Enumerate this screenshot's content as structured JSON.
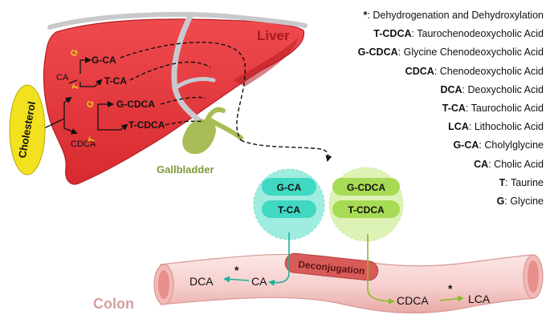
{
  "labels": {
    "liver": "Liver",
    "gallbladder": "Gallbladder",
    "colon": "Colon",
    "cholesterol": "Cholesterol",
    "deconjugation": "Deconjugation",
    "star": "*"
  },
  "pathway": {
    "ca": "CA",
    "cdca": "CDCA",
    "g_ca": "G-CA",
    "t_ca": "T-CA",
    "g_cdca": "G-CDCA",
    "t_cdca": "T-CDCA",
    "g_mark": "G",
    "t_mark": "T"
  },
  "pools": {
    "left": [
      "G-CA",
      "T-CA"
    ],
    "right": [
      "G-CDCA",
      "T-CDCA"
    ]
  },
  "colon_products": {
    "dca": "DCA",
    "ca": "CA",
    "cdca": "CDCA",
    "lca": "LCA"
  },
  "legend": [
    {
      "key": "*",
      "sep": ":",
      "text": " Dehydrogenation and Dehydroxylation"
    },
    {
      "key": "T-CDCA",
      "sep": ":",
      "text": " Taurochenodeoxycholic Acid"
    },
    {
      "key": "G-CDCA",
      "sep": ":",
      "text": " Glycine Chenodeoxycholic Acid"
    },
    {
      "key": "CDCA",
      "sep": ":",
      "text": " Chenodeoxycholic Acid"
    },
    {
      "key": "DCA",
      "sep": ":",
      "text": " Deoxycholic Acid"
    },
    {
      "key": "T-CA",
      "sep": ":",
      "text": " Taurocholic Acid"
    },
    {
      "key": "LCA",
      "sep": ":",
      "text": "  Lithocholic Acid"
    },
    {
      "key": "G-CA",
      "sep": ":",
      "text": " Cholylglycine"
    },
    {
      "key": "CA",
      "sep": ":",
      "text": " Cholic Acid"
    },
    {
      "key": "T",
      "sep": ":",
      "text": " Taurine"
    },
    {
      "key": "G",
      "sep": ":",
      "text": " Glycine"
    }
  ],
  "colors": {
    "liver_fill": "#e8353a",
    "liver_dark": "#a9181c",
    "vessel": "#c8c8cc",
    "gallbladder": "#a8bd55",
    "cholesterol": "#f2e11e",
    "pool_left": "#7fe7d6",
    "pool_right": "#d2ee9d",
    "chip_left": "#40d8c2",
    "chip_right": "#a8db55",
    "colon": "#f6cfcd",
    "colon_edge": "#d79a96",
    "deconj": "#d95b59",
    "arrow_teal": "#19b39a",
    "arrow_green": "#8cbc2a",
    "mark_yellow": "#e7d21a"
  }
}
